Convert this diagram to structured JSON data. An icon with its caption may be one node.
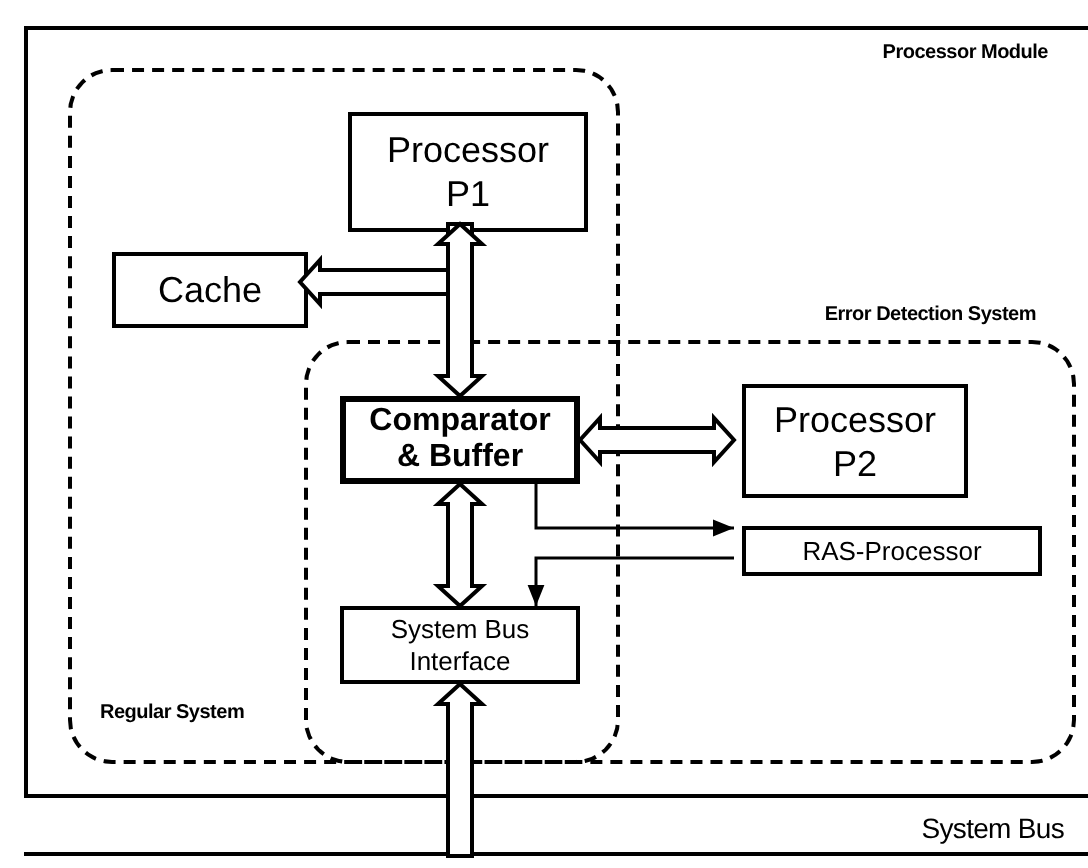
{
  "diagram": {
    "nodes": [
      {
        "text": [
          "Processor Module"
        ]
      },
      {
        "text": [
          "Regular System"
        ],
        "in": 0
      },
      {
        "text": [
          "Error Detection System"
        ],
        "in": 0
      },
      {
        "text": [
          "Processor P1"
        ],
        "in": 1
      },
      {
        "text": [
          "Cache"
        ],
        "in": 1
      },
      {
        "text": [
          "Comparator & Buffer"
        ]
      },
      {
        "text": [
          "Processor P2"
        ],
        "in": 2
      },
      {
        "text": [
          "RAS-Processor"
        ],
        "in": 2
      },
      {
        "text": [
          "System Bus Interface"
        ]
      },
      {
        "text": [
          "System Bus"
        ]
      }
    ],
    "edges": [
      {
        "from": 3,
        "to": 4,
        "arrow": "to",
        "style": "thick"
      },
      {
        "from": 3,
        "to": 5,
        "arrow": "both",
        "style": "thick"
      },
      {
        "from": 5,
        "to": 6,
        "arrow": "both",
        "style": "thick"
      },
      {
        "from": 5,
        "to": 8,
        "arrow": "both",
        "style": "thick"
      },
      {
        "from": 5,
        "to": 7,
        "arrow": "to"
      },
      {
        "from": 7,
        "to": 8,
        "arrow": "to"
      },
      {
        "from": 9,
        "to": 8,
        "arrow": "to",
        "style": "thick"
      }
    ]
  }
}
